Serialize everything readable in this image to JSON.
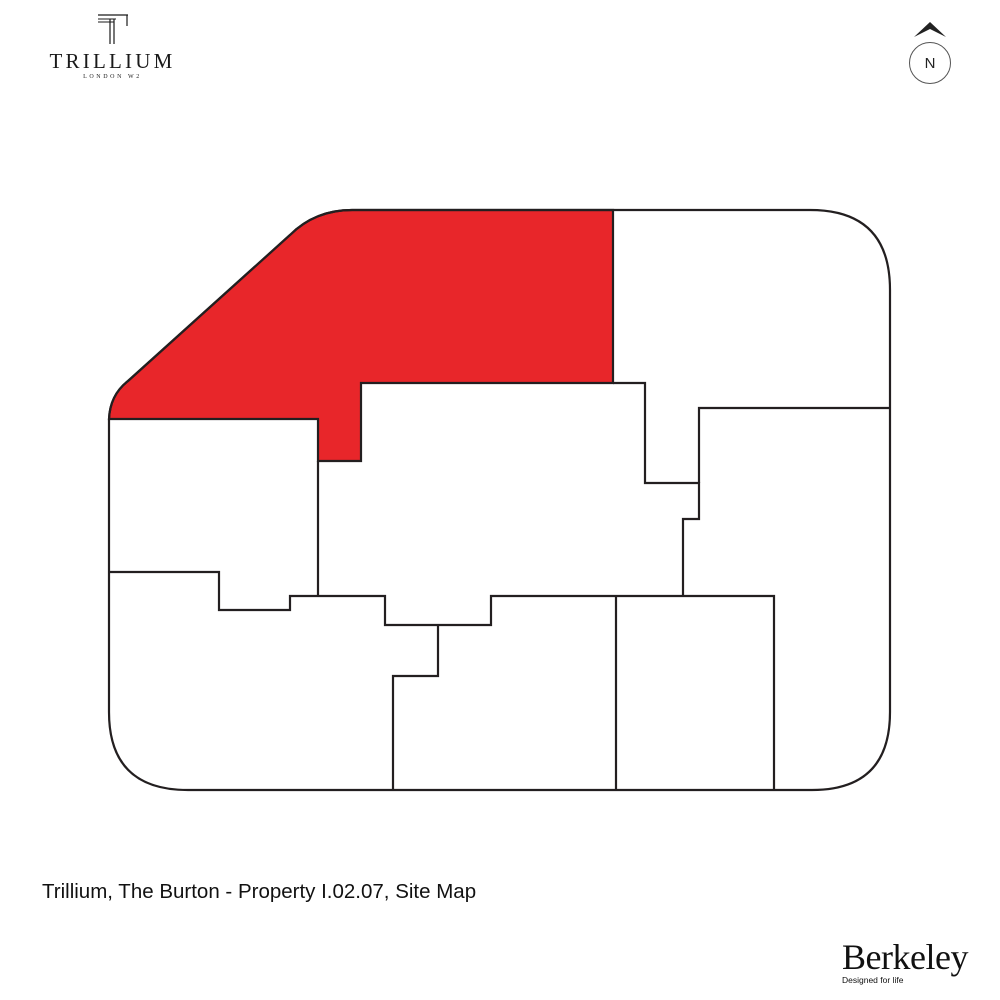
{
  "header": {
    "logo": {
      "name": "TRILLIUM",
      "subtitle": "LONDON W2",
      "icon": "trillium-t-monogram-icon"
    },
    "compass": {
      "label": "N",
      "icon": "north-arrow-icon"
    }
  },
  "map": {
    "title": "Trillium, The Burton - Property I.02.07, Site Map",
    "highlight_color": "#e8262a",
    "outline_color": "#231f20",
    "background_color": "#ffffff",
    "highlighted_unit": "I.02.07",
    "units": [
      {
        "id": "unit-highlighted",
        "highlighted": true
      },
      {
        "id": "unit-north-east",
        "highlighted": false
      },
      {
        "id": "unit-west",
        "highlighted": false
      },
      {
        "id": "unit-central",
        "highlighted": false
      },
      {
        "id": "unit-east",
        "highlighted": false
      },
      {
        "id": "unit-south-west",
        "highlighted": false
      },
      {
        "id": "unit-south-central",
        "highlighted": false
      },
      {
        "id": "unit-south-east",
        "highlighted": false
      }
    ]
  },
  "footer": {
    "caption": "Trillium, The Burton - Property I.02.07, Site Map",
    "brand": {
      "name": "Berkeley",
      "tagline": "Designed for life"
    }
  }
}
